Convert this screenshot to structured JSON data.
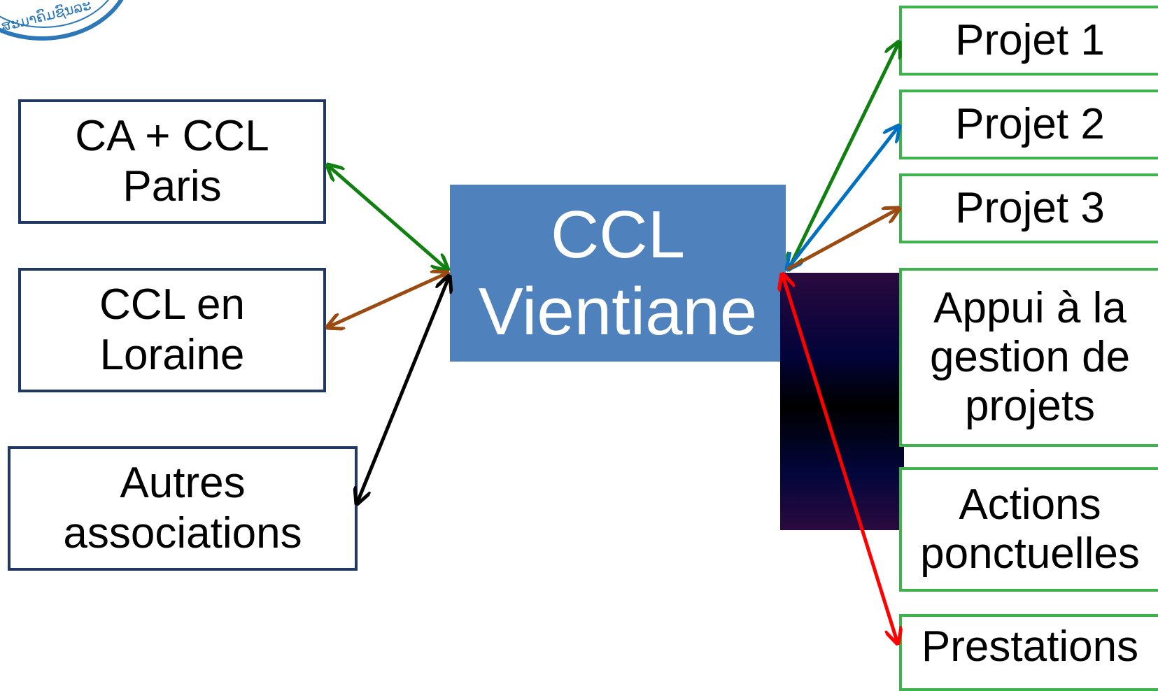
{
  "logo": {
    "text": "ສະມາຄົມຊົນລະ",
    "color": "#2c78b8"
  },
  "center": {
    "line1": "CCL",
    "line2": "Vientiane",
    "color": "#4f81bd"
  },
  "left_boxes": [
    {
      "line1": "CA + CCL",
      "line2": "Paris"
    },
    {
      "line1": "CCL en",
      "line2": "Loraine"
    },
    {
      "line1": "Autres",
      "line2": "associations"
    }
  ],
  "right_boxes": [
    {
      "lines": [
        "Projet 1"
      ]
    },
    {
      "lines": [
        "Projet 2"
      ]
    },
    {
      "lines": [
        "Projet 3"
      ]
    },
    {
      "lines": [
        "Appui à la",
        "gestion de",
        "projets"
      ]
    },
    {
      "lines": [
        "Actions",
        "ponctuelles"
      ]
    },
    {
      "lines": [
        "Prestations"
      ]
    }
  ],
  "arrow_colors": {
    "paris": "#108010",
    "loraine": "#9b4a10",
    "autres": "#000000",
    "projet1": "#108010",
    "projet2": "#0070c0",
    "projet3": "#9b4a10",
    "prestations": "#ff0000"
  }
}
